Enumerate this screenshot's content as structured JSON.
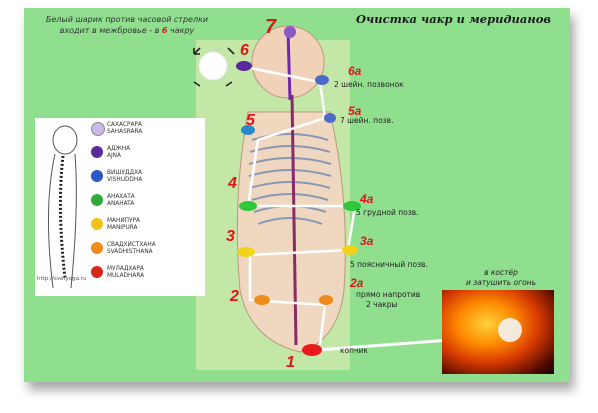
{
  "header": {
    "line1": "Белый шарик против часовой стрелки",
    "line2_before": "входит в межбровье - в ",
    "line2_highlight": "6",
    "line2_after": " чакру"
  },
  "title": "Очистка чакр и меридианов",
  "numbers": {
    "n7": "7",
    "n6": "6",
    "n5": "5",
    "n4": "4",
    "n3": "3",
    "n2": "2",
    "n1": "1",
    "n6a": "6а",
    "n5a": "5а",
    "n4a": "4а",
    "n3a": "3а",
    "n2a": "2а"
  },
  "labels": {
    "l6a": "2 шейн. позвонок",
    "l5a": "7 шейн. позв.",
    "l4a": "5 грудной позв.",
    "l3a": "5 поясничный позв.",
    "l2a_1": "прямо напротив",
    "l2a_2": "2 чакры",
    "l1": "копчик"
  },
  "fire": {
    "line1": "в костёр",
    "line2": "и затушить огонь"
  },
  "inset": {
    "watermark": "http://svetyoga.ru",
    "chakras": [
      {
        "l1": "САХАСРАРА",
        "l2": "SAHASRARA",
        "color": "#c9b8e8"
      },
      {
        "l1": "АДЖНА",
        "l2": "AJNA",
        "color": "#5a2a9c"
      },
      {
        "l1": "ВИШУДДХА",
        "l2": "VISHUDDHA",
        "color": "#2a56c8"
      },
      {
        "l1": "АНАХАТА",
        "l2": "ANAHATA",
        "color": "#2eaa3a"
      },
      {
        "l1": "МАНИПУРА",
        "l2": "MANIPURA",
        "color": "#f2c21a"
      },
      {
        "l1": "СВАДХИСТХАНА",
        "l2": "SVADHISTHANA",
        "color": "#f08a1a"
      },
      {
        "l1": "МУЛАДХАРА",
        "l2": "MULADHARA",
        "color": "#d8261a"
      }
    ]
  },
  "colors": {
    "panel": "#8fdf8f",
    "accent_red": "#e1141a",
    "flow_white": "#ffffff"
  }
}
